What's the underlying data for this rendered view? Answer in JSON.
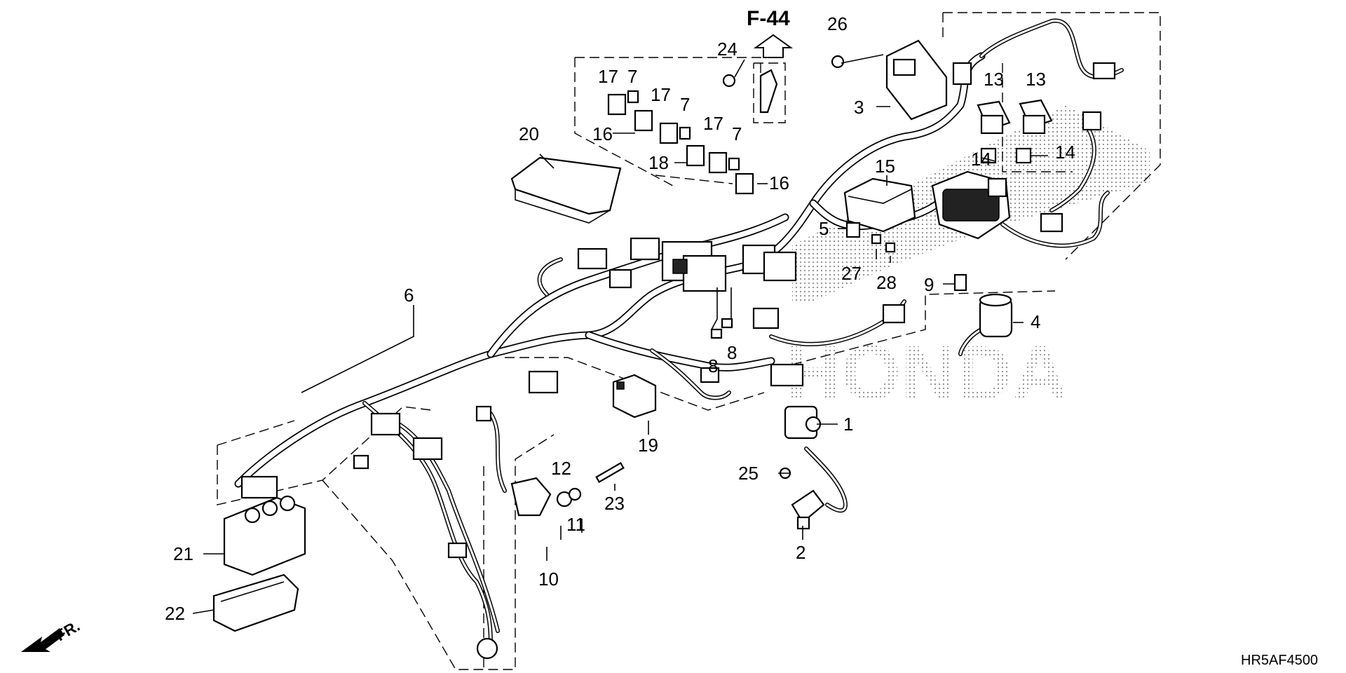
{
  "diagram": {
    "reference_label": "F-44",
    "front_label": "FR.",
    "diagram_code": "HR5AF4500",
    "watermark": "HONDA",
    "callouts": [
      "1",
      "2",
      "3",
      "4",
      "5",
      "6",
      "7",
      "7",
      "7",
      "8",
      "8",
      "9",
      "10",
      "11",
      "12",
      "13",
      "13",
      "14",
      "14",
      "15",
      "16",
      "16",
      "17",
      "17",
      "17",
      "18",
      "19",
      "20",
      "21",
      "22",
      "23",
      "24",
      "25",
      "26",
      "27",
      "28"
    ]
  }
}
